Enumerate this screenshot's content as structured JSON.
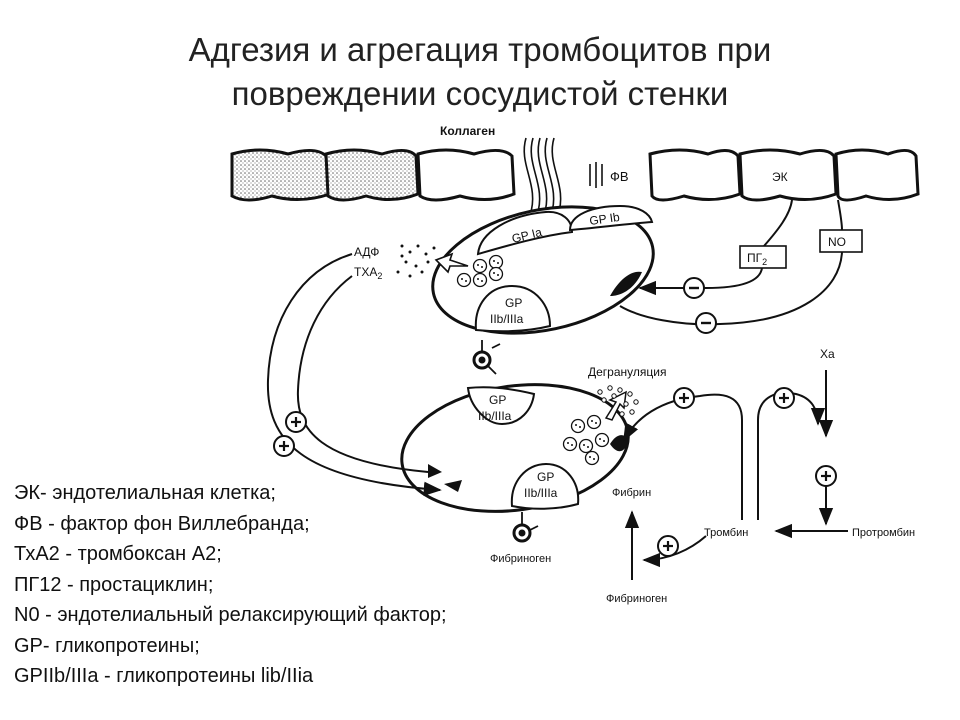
{
  "title": {
    "line1": "Адгезия и агрегация тромбоцитов при",
    "line2": "повреждении сосудистой стенки"
  },
  "labels": {
    "collagen": "Коллаген",
    "vwf": "ФВ",
    "ek": "ЭК",
    "pg2": "ПГ",
    "pg2_sub": "2",
    "no": "NO",
    "adp": "АДФ",
    "txa2": "ТХА",
    "txa2_sub": "2",
    "gp_ia": "GP Ia",
    "gp_ib": "GP Ib",
    "gp_iib_iiia_top_1": "GP",
    "gp_iib_iiia_top_2": "IIb/IIIa",
    "gp_iib_iiia_mid_1": "GP",
    "gp_iib_iiia_mid_2": "IIb/IIIa",
    "gp_iib_iiia_low_1": "GP",
    "gp_iib_iiia_low_2": "IIb/IIIa",
    "degranulation": "Дегрануляция",
    "fibrinogen_1": "Фибриноген",
    "fibrin": "Фибрин",
    "fibrinogen_2": "Фибриноген",
    "thrombin": "Тромбин",
    "prothrombin": "Протромбин",
    "xa": "Xa"
  },
  "legend": [
    "ЭК- эндотелиальная клетка;",
    "ФВ - фактор фон Виллебранда;",
    "ТхА2 - тромбоксан А2;",
    "ПГ12 - простациклин;",
    "N0 - эндотелиальный релаксирующий фактор;",
    "GP- гликопротеины;",
    "GPIIb/IIIa - гликопротеины lib/IIia"
  ]
}
